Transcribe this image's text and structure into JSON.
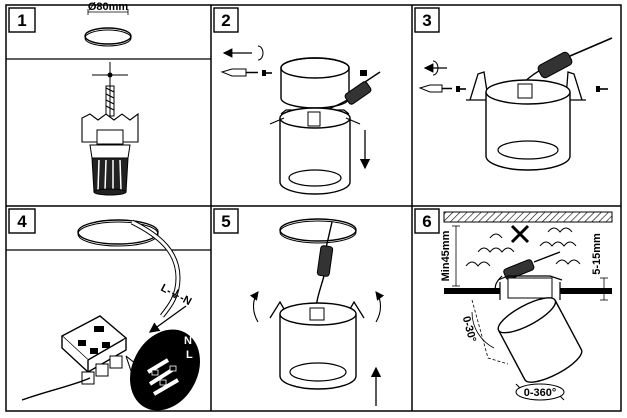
{
  "steps": [
    {
      "number": "1",
      "labels": {
        "diameter": "Ø80mm"
      }
    },
    {
      "number": "2"
    },
    {
      "number": "3"
    },
    {
      "number": "4",
      "labels": {
        "wires": "L-⏚-N",
        "terminal_l": "L",
        "terminal_n": "N"
      }
    },
    {
      "number": "5"
    },
    {
      "number": "6",
      "labels": {
        "min_depth": "Min45mm",
        "thickness": "5-15mm",
        "tilt": "0-30°",
        "rotate": "0-360°"
      }
    }
  ]
}
